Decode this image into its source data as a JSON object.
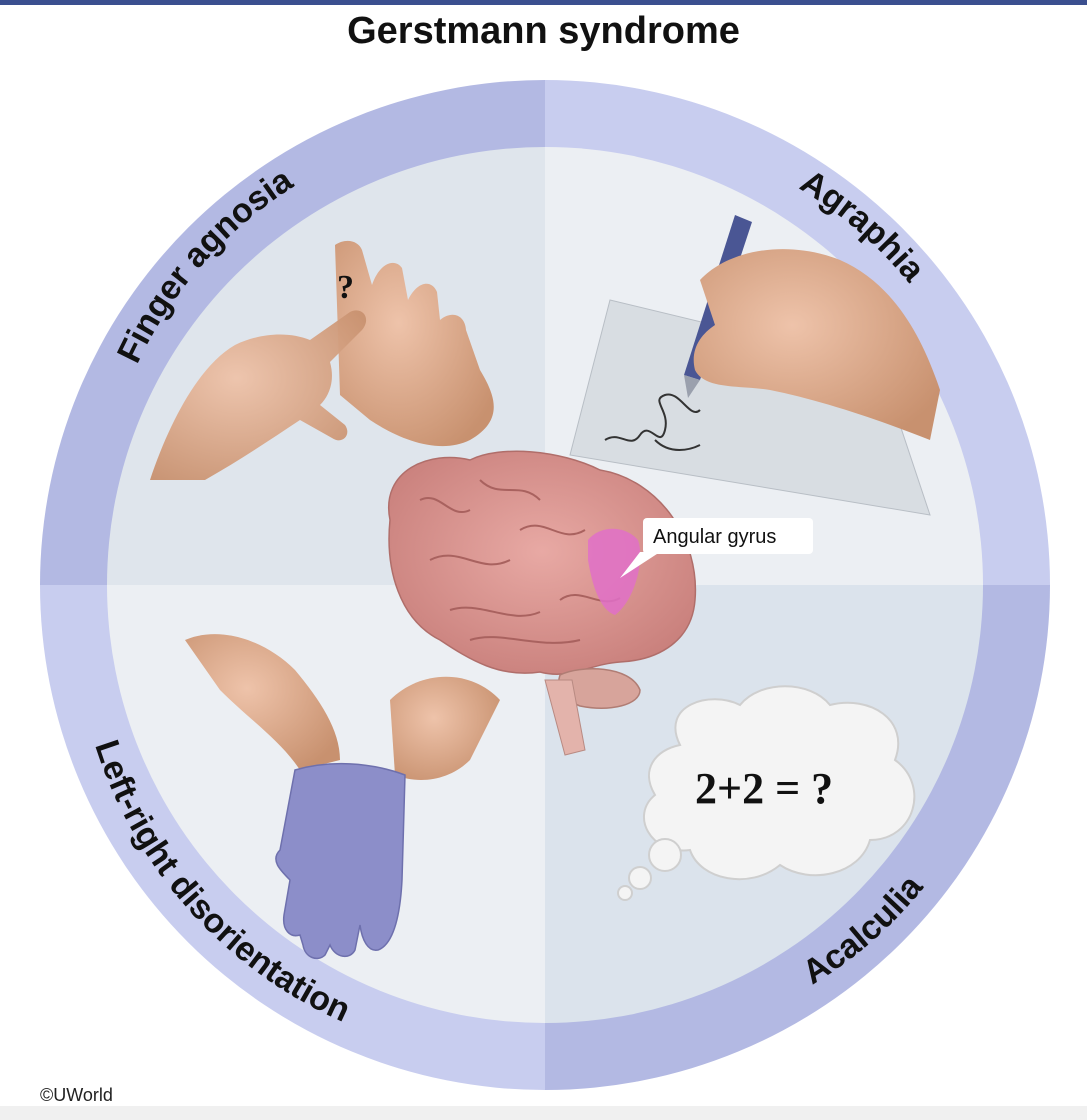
{
  "title": "Gerstmann syndrome",
  "quadrants": {
    "top_left": "Finger agnosia",
    "top_right": "Agraphia",
    "bottom_left": "Left-right disorientation",
    "bottom_right": "Acalculia"
  },
  "brain": {
    "callout": "Angular gyrus",
    "highlight_color": "#e070c8"
  },
  "finger_question": "?",
  "thought_bubble": "2+2 = ?",
  "copyright": "©UWorld",
  "colors": {
    "ring_light": "#c8cdef",
    "ring_dark": "#b3b9e3",
    "glove": "#8c8ec9",
    "header_bar": "#3b4f8f"
  }
}
